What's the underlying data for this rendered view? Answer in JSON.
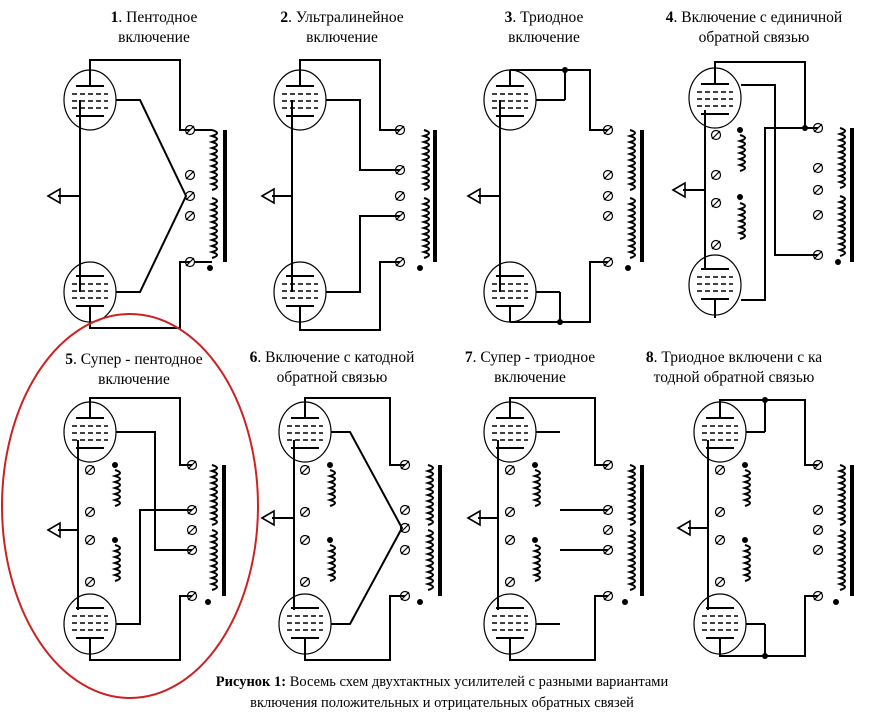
{
  "titles": [
    {
      "num": "1",
      "text": ". Пентодное",
      "line2": "включение"
    },
    {
      "num": "2",
      "text": ". Ультралинейное",
      "line2": "включение"
    },
    {
      "num": "3",
      "text": ". Триодное",
      "line2": "включение"
    },
    {
      "num": "4",
      "text": ". Включение с единичной",
      "line2": "обратной связью"
    },
    {
      "num": "5",
      "text": ". Супер - пентодное",
      "line2": "включение"
    },
    {
      "num": "6",
      "text": ". Включение с катодной",
      "line2": "обратной связью"
    },
    {
      "num": "7",
      "text": ". Супер - триодное",
      "line2": "включение"
    },
    {
      "num": "8",
      "text": ". Триодное включени с ка",
      "line2": "тодной обратной связью"
    }
  ],
  "caption": {
    "bold": "Рисунок 1:",
    "line1": " Восемь схем двухтактных усилителей  с разными вариантами",
    "line2": "включения положительных и отрицательных обратных связей"
  },
  "highlight": {
    "color": "#cc2222",
    "target": "5. Супер - пентодное включение"
  }
}
